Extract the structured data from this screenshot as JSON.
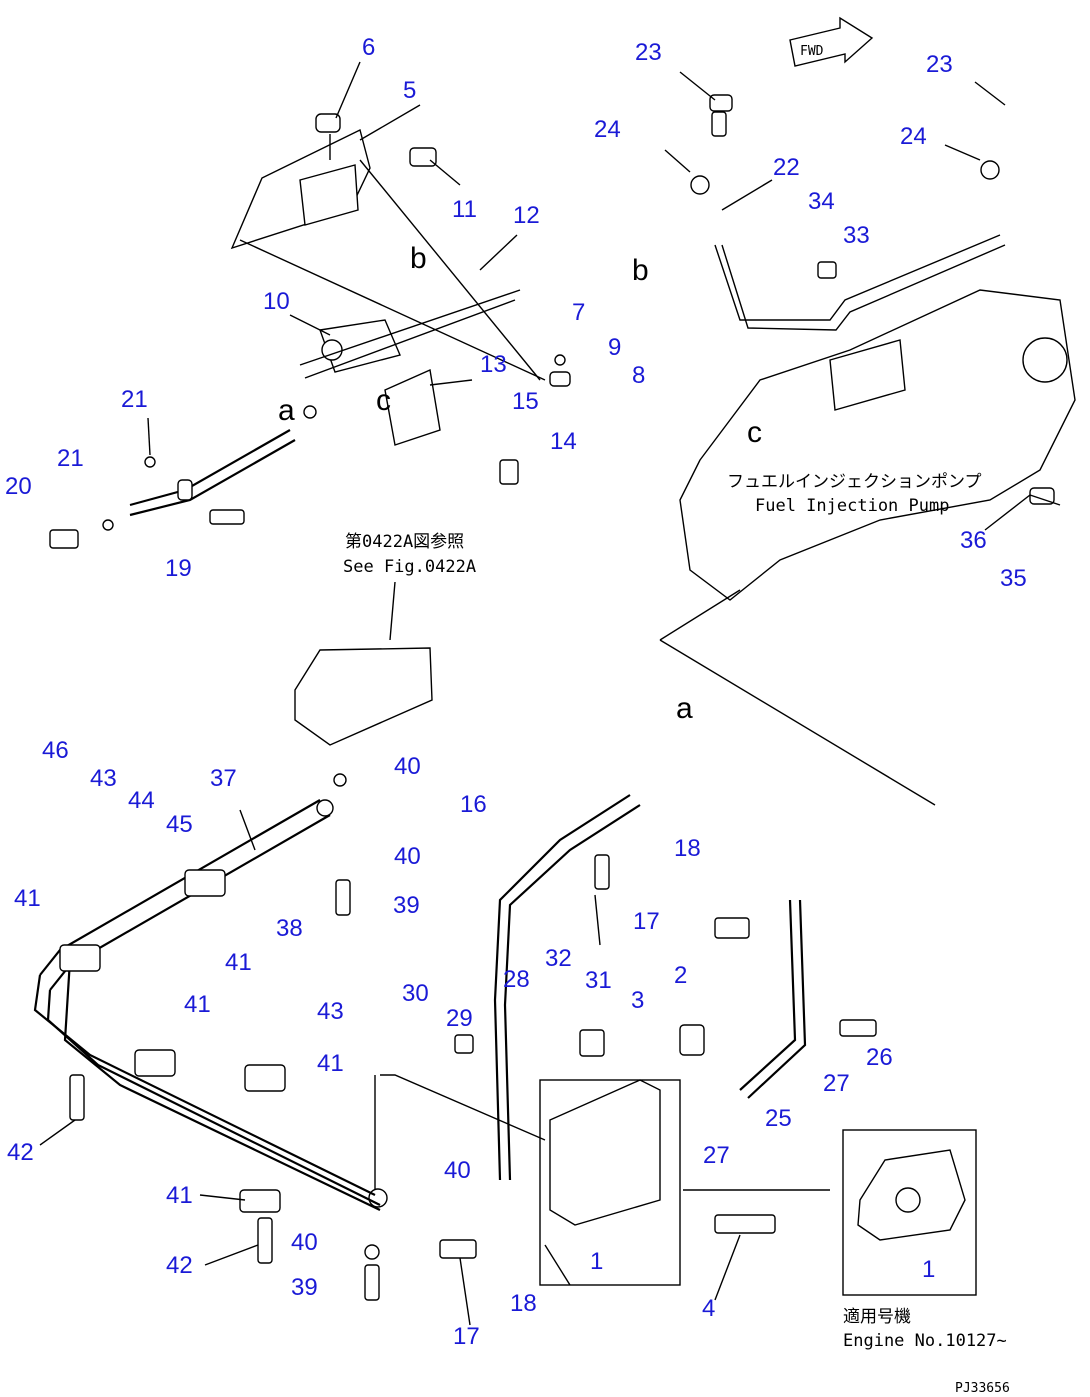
{
  "diagram": {
    "fwd_label": "FWD",
    "drawing_code": "PJ33656",
    "section_markers": [
      "a",
      "b",
      "c",
      "c",
      "b",
      "a"
    ],
    "notes": {
      "fuel_pump_jp": "フュエルインジェクションポンプ",
      "fuel_pump_en": "Fuel Injection Pump",
      "see_ref_jp": "第0422A図参照",
      "see_ref_en": "See Fig.0422A",
      "applicable_jp": "適用号機",
      "applicable_en": "Engine No.10127~"
    },
    "callouts": [
      "6",
      "5",
      "11",
      "12",
      "10",
      "7",
      "9",
      "8",
      "21",
      "13",
      "15",
      "14",
      "20",
      "21",
      "19",
      "23",
      "24",
      "22",
      "34",
      "33",
      "23",
      "24",
      "36",
      "35",
      "40",
      "46",
      "43",
      "44",
      "45",
      "37",
      "40",
      "39",
      "38",
      "41",
      "41",
      "16",
      "18",
      "17",
      "32",
      "31",
      "3",
      "2",
      "30",
      "28",
      "29",
      "41",
      "43",
      "41",
      "27",
      "26",
      "25",
      "27",
      "42",
      "40",
      "41",
      "1",
      "1",
      "42",
      "40",
      "39",
      "18",
      "17",
      "4"
    ]
  }
}
